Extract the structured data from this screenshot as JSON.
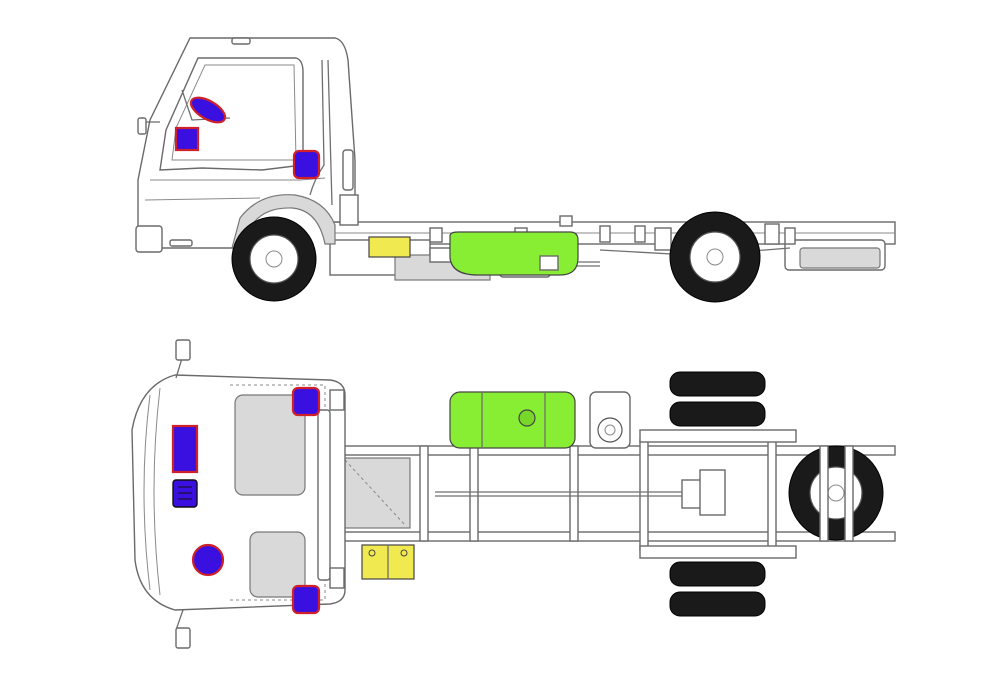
{
  "colors": {
    "sensor_fill": "#3a10e0",
    "sensor_outline": "#d0202a",
    "fuel_tank": "#88ee33",
    "battery": "#f0ea50",
    "tire": "#1a1a1a",
    "outline": "#6a6a6a"
  },
  "views": [
    "side-view",
    "top-view"
  ],
  "highlighted_components": [
    "mirror-sensor-side",
    "dash-module-side",
    "door-sensor-side",
    "battery-side",
    "fuel-tank-side",
    "door-sensor-top-right",
    "door-sensor-top-left",
    "dash-module-top",
    "control-unit-top",
    "round-sensor-top",
    "fuel-tank-top",
    "battery-top"
  ]
}
